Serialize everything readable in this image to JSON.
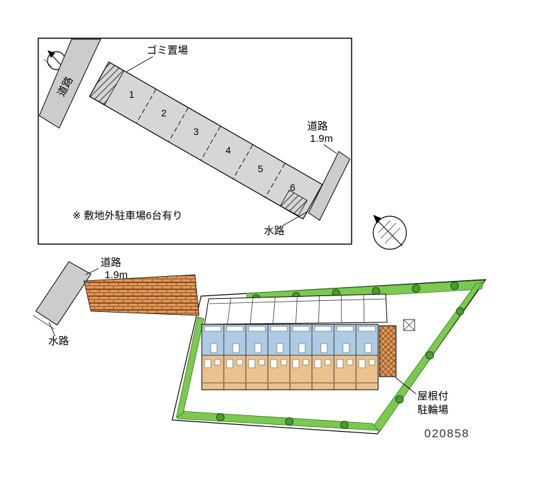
{
  "colors": {
    "road_gray": "#cccccc",
    "strip_gray": "#d6d6d6",
    "green": "#7dc84f",
    "tree_green": "#4e9a2e",
    "unit_blue": "#aecbe3",
    "unit_tan": "#eac28e",
    "brick": "#e2995c",
    "brick_line": "#8a4a1a",
    "plan_no_gray": "#333333"
  },
  "parking_diagram": {
    "road_left": "道路",
    "garbage": "ゴミ置場",
    "spaces": [
      "1",
      "2",
      "3",
      "4",
      "5",
      "6"
    ],
    "road_right_line1": "道路",
    "road_right_line2": "1.9m",
    "note": "※ 敷地外駐車場6台有り",
    "waterway": "水路"
  },
  "site_plan": {
    "road_line1": "道路",
    "road_line2": "1.9m",
    "waterway": "水路",
    "bike_shed_line1": "屋根付",
    "bike_shed_line2": "駐輪場",
    "plan_no": "020858"
  }
}
